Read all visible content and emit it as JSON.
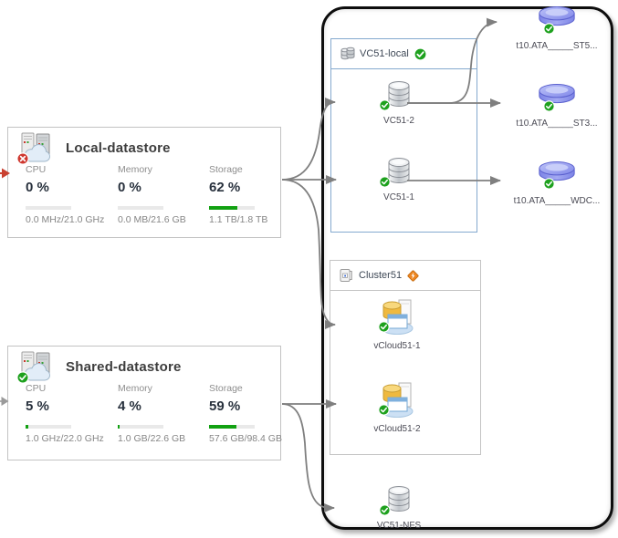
{
  "page": {
    "background": "#ffffff"
  },
  "colors": {
    "ok_green": "#1ea11e",
    "error_red": "#cf3830",
    "warning_orange": "#ed8622",
    "bar_green": "#12a112",
    "arrow_gray": "#7f7f7f",
    "red_arrow": "#c94130",
    "group_blue_border": "#84a9cf",
    "group_gray_border": "#c4c4c4",
    "container_border": "#0d0d0d"
  },
  "panels": [
    {
      "title": "Local-datastore",
      "status": "error",
      "metrics": [
        {
          "label": "CPU",
          "value": "0 %",
          "percent": 0,
          "detail": "0.0 MHz/21.0 GHz"
        },
        {
          "label": "Memory",
          "value": "0 %",
          "percent": 0,
          "detail": "0.0 MB/21.6 GB"
        },
        {
          "label": "Storage",
          "value": "62 %",
          "percent": 62,
          "detail": "1.1 TB/1.8 TB"
        }
      ]
    },
    {
      "title": "Shared-datastore",
      "status": "ok",
      "metrics": [
        {
          "label": "CPU",
          "value": "5 %",
          "percent": 5,
          "detail": "1.0 GHz/22.0 GHz"
        },
        {
          "label": "Memory",
          "value": "4 %",
          "percent": 4,
          "detail": "1.0 GB/22.6 GB"
        },
        {
          "label": "Storage",
          "value": "59 %",
          "percent": 59,
          "detail": "57.6 GB/98.4 GB"
        }
      ]
    }
  ],
  "groups": [
    {
      "label": "VC51-local",
      "badge": "ok"
    },
    {
      "label": "Cluster51",
      "badge": "warning"
    }
  ],
  "nodes": [
    {
      "label": "VC51-2",
      "type": "datastore",
      "badge": "ok"
    },
    {
      "label": "VC51-1",
      "type": "datastore",
      "badge": "ok"
    },
    {
      "label": "vCloud51-1",
      "type": "vm",
      "badge": "ok"
    },
    {
      "label": "vCloud51-2",
      "type": "vm",
      "badge": "ok"
    },
    {
      "label": "VC51-NFS",
      "type": "datastore",
      "badge": "ok"
    },
    {
      "label": "t10.ATA_____ST5...",
      "type": "disk",
      "badge": "ok"
    },
    {
      "label": "t10.ATA_____ST3...",
      "type": "disk",
      "badge": "ok"
    },
    {
      "label": "t10.ATA_____WDC...",
      "type": "disk",
      "badge": "ok"
    }
  ],
  "edges": [
    {
      "from": "(offscreen-left)",
      "to": "Local-datastore",
      "color": "red"
    },
    {
      "from": "(offscreen-left)",
      "to": "Shared-datastore",
      "color": "gray"
    },
    {
      "from": "Local-datastore",
      "to": "VC51-2"
    },
    {
      "from": "Local-datastore",
      "to": "VC51-1"
    },
    {
      "from": "Local-datastore",
      "to": "vCloud51-1"
    },
    {
      "from": "VC51-2",
      "to": "t10.ATA_____ST5..."
    },
    {
      "from": "VC51-2",
      "to": "t10.ATA_____ST3..."
    },
    {
      "from": "VC51-1",
      "to": "t10.ATA_____WDC..."
    },
    {
      "from": "Shared-datastore",
      "to": "vCloud51-2"
    },
    {
      "from": "Shared-datastore",
      "to": "VC51-NFS"
    }
  ]
}
